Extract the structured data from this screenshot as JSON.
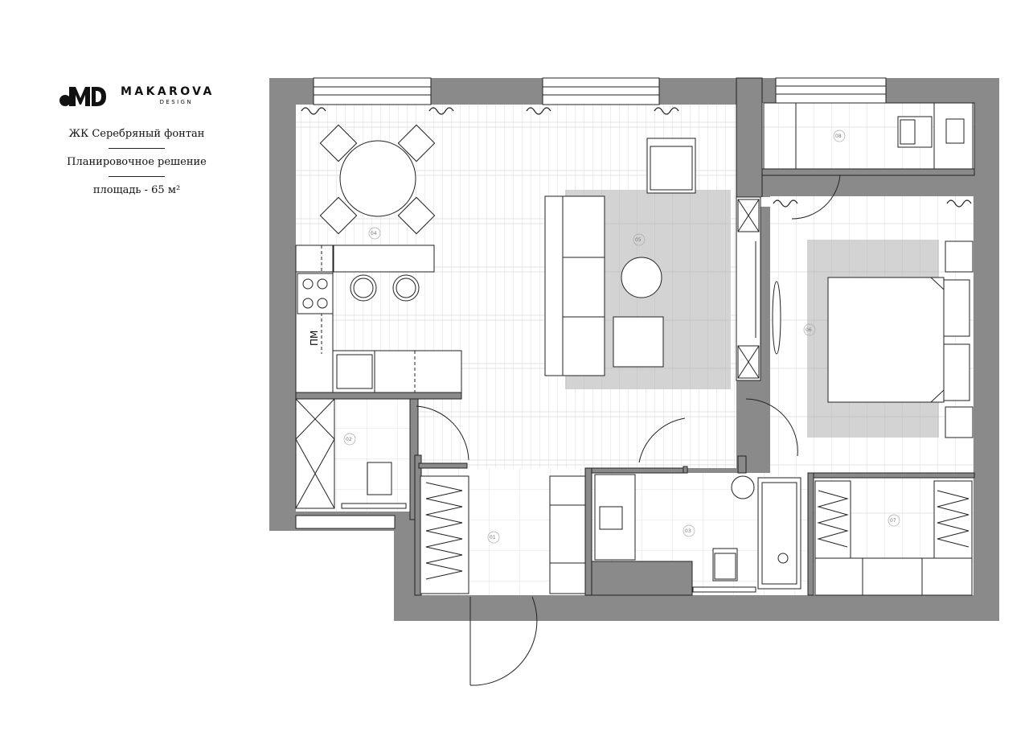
{
  "brand": {
    "name": "MAKAROVA",
    "sub": "DESIGN",
    "mark": "MD"
  },
  "project": {
    "complex": "ЖК Серебряный фонтан",
    "title": "Планировочное решение",
    "area": "площадь - 65 м²"
  },
  "room_labels": [
    "01",
    "02",
    "03",
    "04",
    "05",
    "06",
    "07",
    "08"
  ],
  "kitchen_mark": "ПМ",
  "colors": {
    "wall": "#8a8a8a",
    "rug": "#d3d3d3",
    "line": "#222222",
    "floor_line": "#d6d6d6"
  }
}
